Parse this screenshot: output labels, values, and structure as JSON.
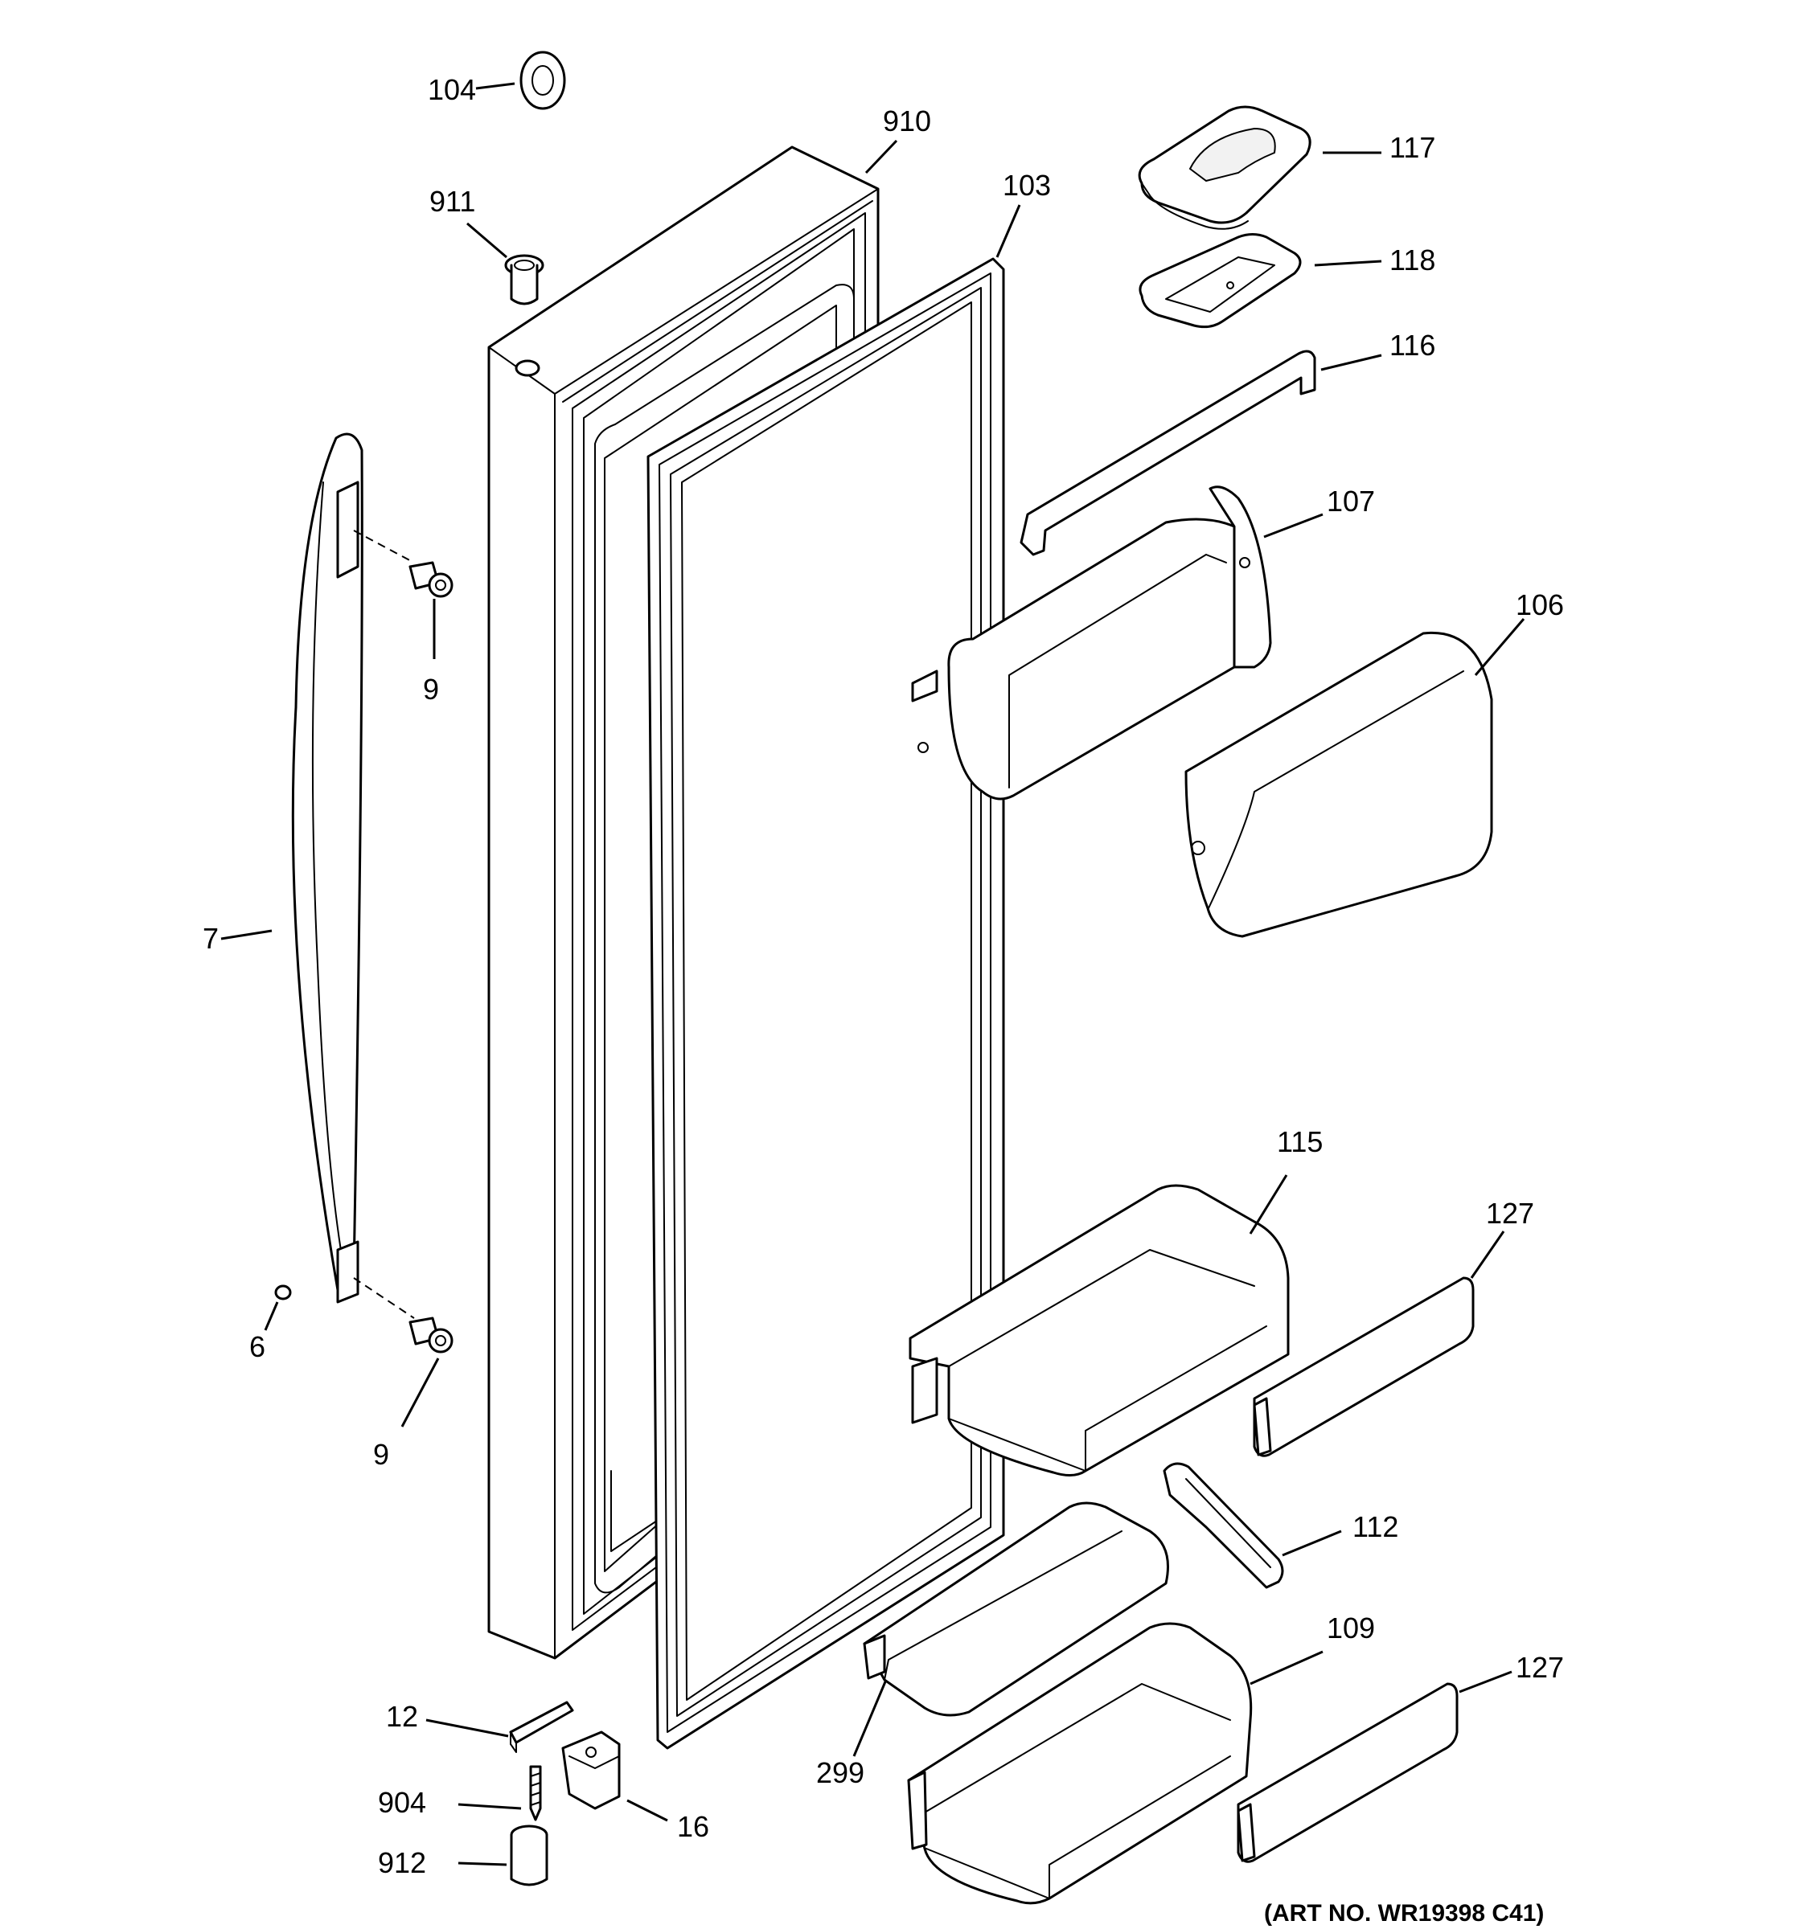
{
  "callouts": {
    "c104": "104",
    "c910": "910",
    "c103": "103",
    "c117": "117",
    "c911": "911",
    "c118": "118",
    "c116": "116",
    "c107": "107",
    "c9a": "9",
    "c106": "106",
    "c7": "7",
    "c115": "115",
    "c127a": "127",
    "c6": "6",
    "c9b": "9",
    "c112": "112",
    "c109": "109",
    "c127b": "127",
    "c12": "12",
    "c299": "299",
    "c904": "904",
    "c16": "16",
    "c912": "912"
  },
  "art_number": "(ART NO. WR19398 C41)",
  "colors": {
    "line": "#000000",
    "background": "#ffffff"
  }
}
